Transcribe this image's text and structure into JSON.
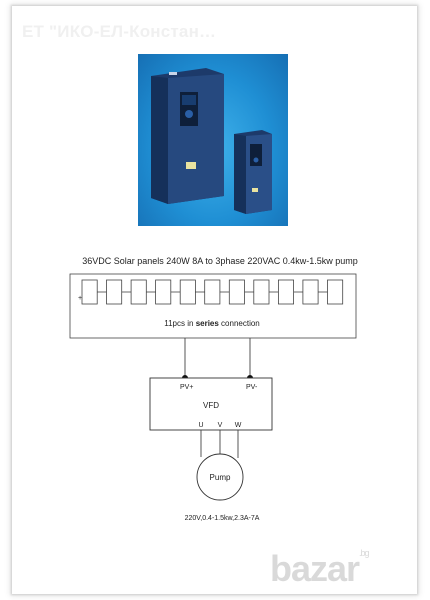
{
  "store": {
    "title": "ЕТ \"ИКО-ЕЛ-Констан…"
  },
  "product_photo": {
    "background_color": "#1f8fd4",
    "device_color": "#24457a"
  },
  "diagram": {
    "title": "36VDC Solar panels 240W 8A to 3phase 220VAC 0.4kw-1.5kw pump",
    "panel_count": 11,
    "plus_sign": "+",
    "series_label_before": "11pcs in ",
    "series_label_bold": "series",
    "series_label_after": " connection",
    "vfd": {
      "label": "VFD",
      "terminal_pv_plus": "PV+",
      "terminal_pv_minus": "PV-",
      "terminal_u": "U",
      "terminal_v": "V",
      "terminal_w": "W"
    },
    "pump": {
      "label": "Pump",
      "specs": "220V,0.4-1.5kw,2.3A-7A"
    }
  },
  "watermark": {
    "text": "bazar",
    "suffix": ".bg"
  }
}
